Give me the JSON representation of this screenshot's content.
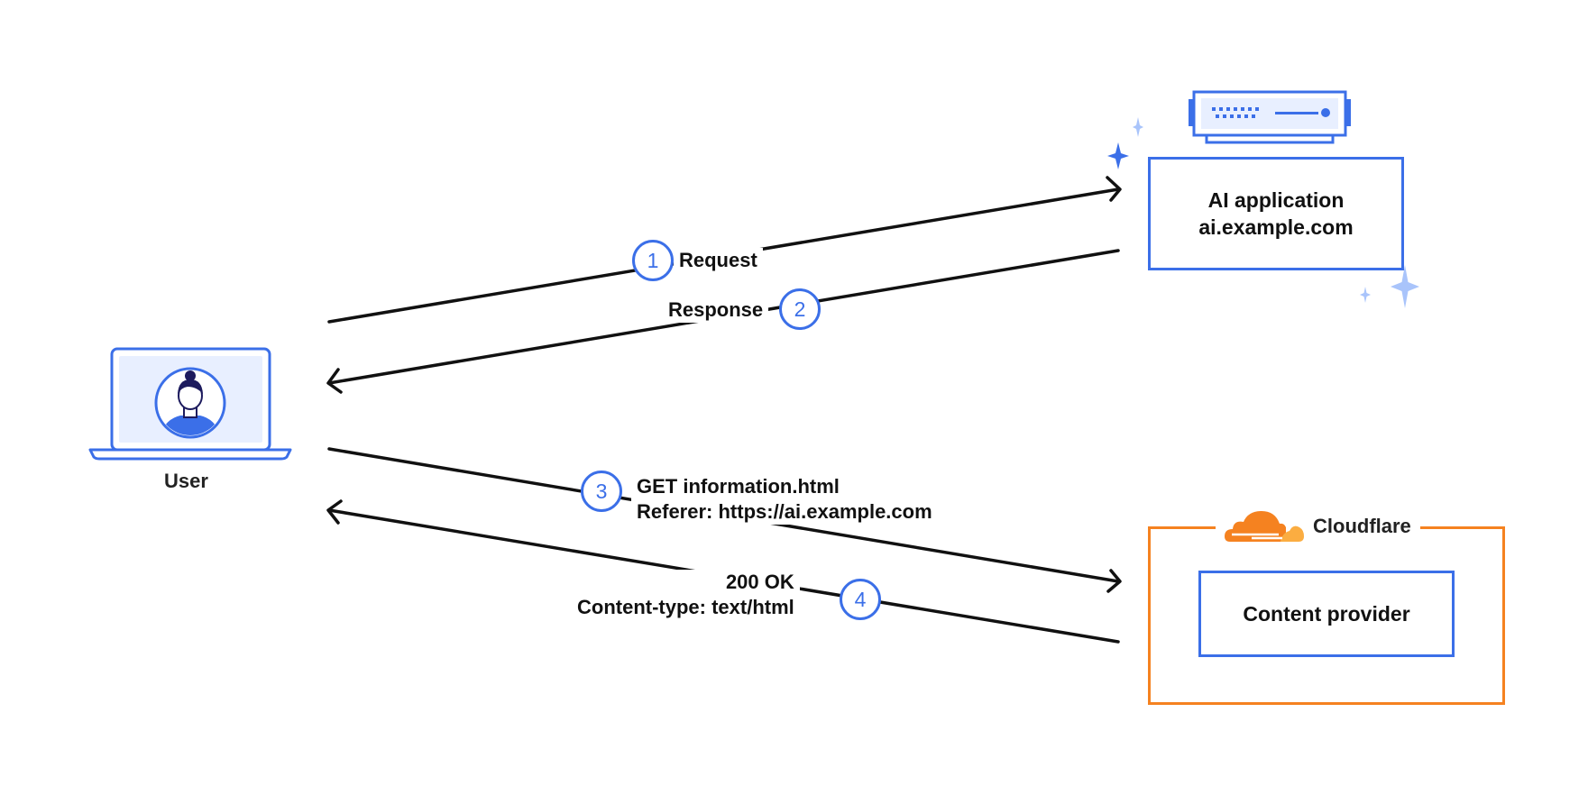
{
  "user": {
    "label": "User"
  },
  "ai_app": {
    "line1": "AI application",
    "line2": "ai.example.com"
  },
  "cloudflare": {
    "label": "Cloudflare",
    "provider": "Content provider"
  },
  "steps": [
    {
      "number": "1",
      "text": "Request"
    },
    {
      "number": "2",
      "text": "Response"
    },
    {
      "number": "3",
      "line1": "GET information.html",
      "line2": "Referer: https://ai.example.com"
    },
    {
      "number": "4",
      "line1": "200 OK",
      "line2": "Content-type: text/html"
    }
  ],
  "colors": {
    "accent_blue": "#3b6fe8",
    "cloudflare_orange": "#f58220",
    "cloudflare_light": "#fbad41",
    "line": "#111111"
  }
}
